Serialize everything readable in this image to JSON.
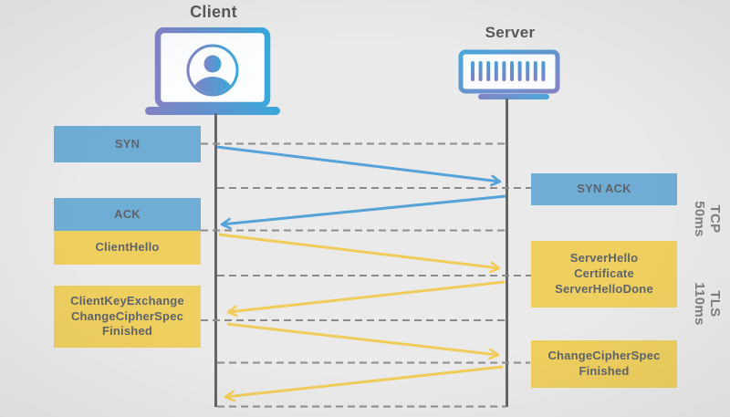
{
  "title": {
    "client": "Client",
    "server": "Server"
  },
  "messages": {
    "syn": "SYN",
    "syn_ack": "SYN ACK",
    "ack": "ACK",
    "client_hello": "ClientHello",
    "server_hello": "ServerHello\nCertificate\nServerHelloDone",
    "client_key_exchange": "ClientKeyExchange\nChangeCipherSpec\nFinished",
    "change_cipher_finished": "ChangeCipherSpec\nFinished"
  },
  "phases": {
    "tcp": "TCP\n50ms",
    "tls": "TLS\n110ms"
  },
  "icons": {
    "client": "laptop-user-icon",
    "server": "server-rack-icon"
  },
  "colors": {
    "background": "#eaeaea",
    "blue_box": "#6fadd5",
    "yellow_box": "#efcf5f",
    "box_text": "#5f646b",
    "title_text": "#58595b",
    "phase_label_text": "#7e8084",
    "lifeline": "#666666",
    "dashed_line": "#8c8c8c",
    "arrow_blue": "#55a3d8",
    "arrow_yellow": "#f0cd5a",
    "icon_gradient_purple": "#8181c4",
    "icon_gradient_blue": "#3ba7da"
  }
}
